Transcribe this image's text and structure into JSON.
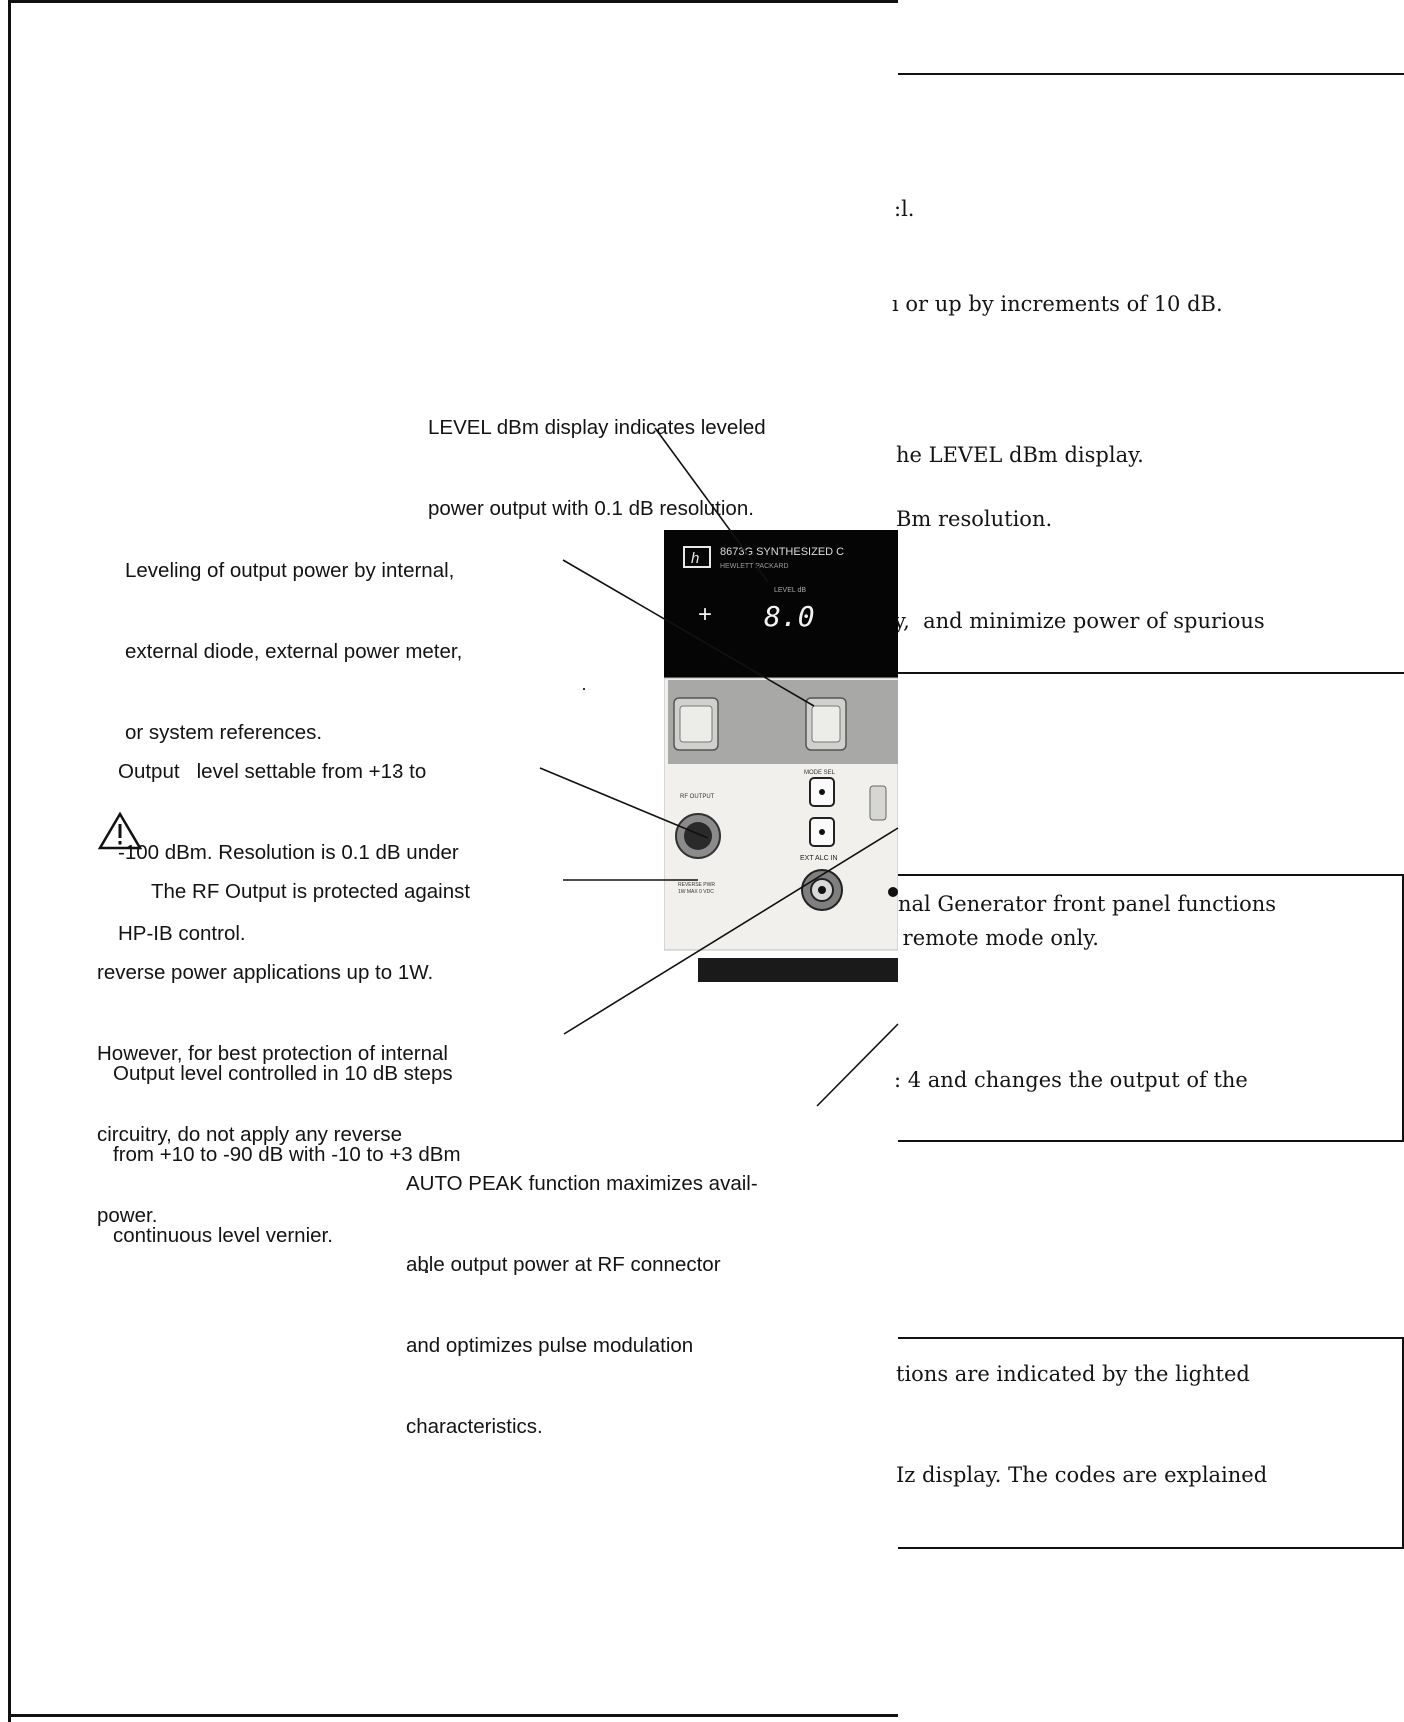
{
  "left_captions": [
    {
      "id": "level-display",
      "lines": [
        "LEVEL dBm display indicates leveled",
        "power output with 0.1 dB resolution."
      ]
    },
    {
      "id": "leveling",
      "lines": [
        "Leveling of output power by internal,",
        "external diode, external power meter,",
        "or system references."
      ]
    },
    {
      "id": "output-level",
      "lines": [
        "Output   level settable from +13 to",
        "-100 dBm. Resolution is 0.1 dB under",
        "HP-IB control."
      ]
    },
    {
      "id": "rf-protection",
      "lines": [
        "The RF Output is protected against",
        "reverse power applications up to 1W.",
        "However, for best protection of internal",
        "circuitry, do not apply any reverse",
        "power."
      ]
    },
    {
      "id": "level-steps",
      "lines": [
        "Output level controlled in 10 dB steps",
        "from +10 to -90 dB with -10 to +3 dBm",
        "continuous level vernier."
      ]
    },
    {
      "id": "auto-peak",
      "lines": [
        "AUTO PEAK function maximizes avail-",
        "able output power at RF connector",
        "and optimizes pulse modulation",
        "characteristics."
      ]
    }
  ],
  "right_text": [
    ":l.",
    "ı or up by increments of 10 dB.",
    "he LEVEL dBm display.",
    "Bm resolution.",
    "y,  and minimize power of spurious",
    "nal Generator front panel functions",
    " remote mode only.",
    ": 4 and changes the output of the",
    "tions are indicated by the lighted",
    "Iz display. The codes are explained"
  ],
  "instrument": {
    "model_label": "8673G SYNTHESIZED C",
    "brand_label": "HEWLETT PACKARD",
    "display_label": "LEVEL dB",
    "display_sign": "+",
    "display_value": "8.0",
    "rf_output_label": "RF OUTPUT",
    "ext_alc_label": "EXT ALC IN",
    "mode_label": "MODE SEL",
    "reverse_power_label": "REVERSE PWR",
    "max_label": "1W MAX 0 VDC"
  }
}
